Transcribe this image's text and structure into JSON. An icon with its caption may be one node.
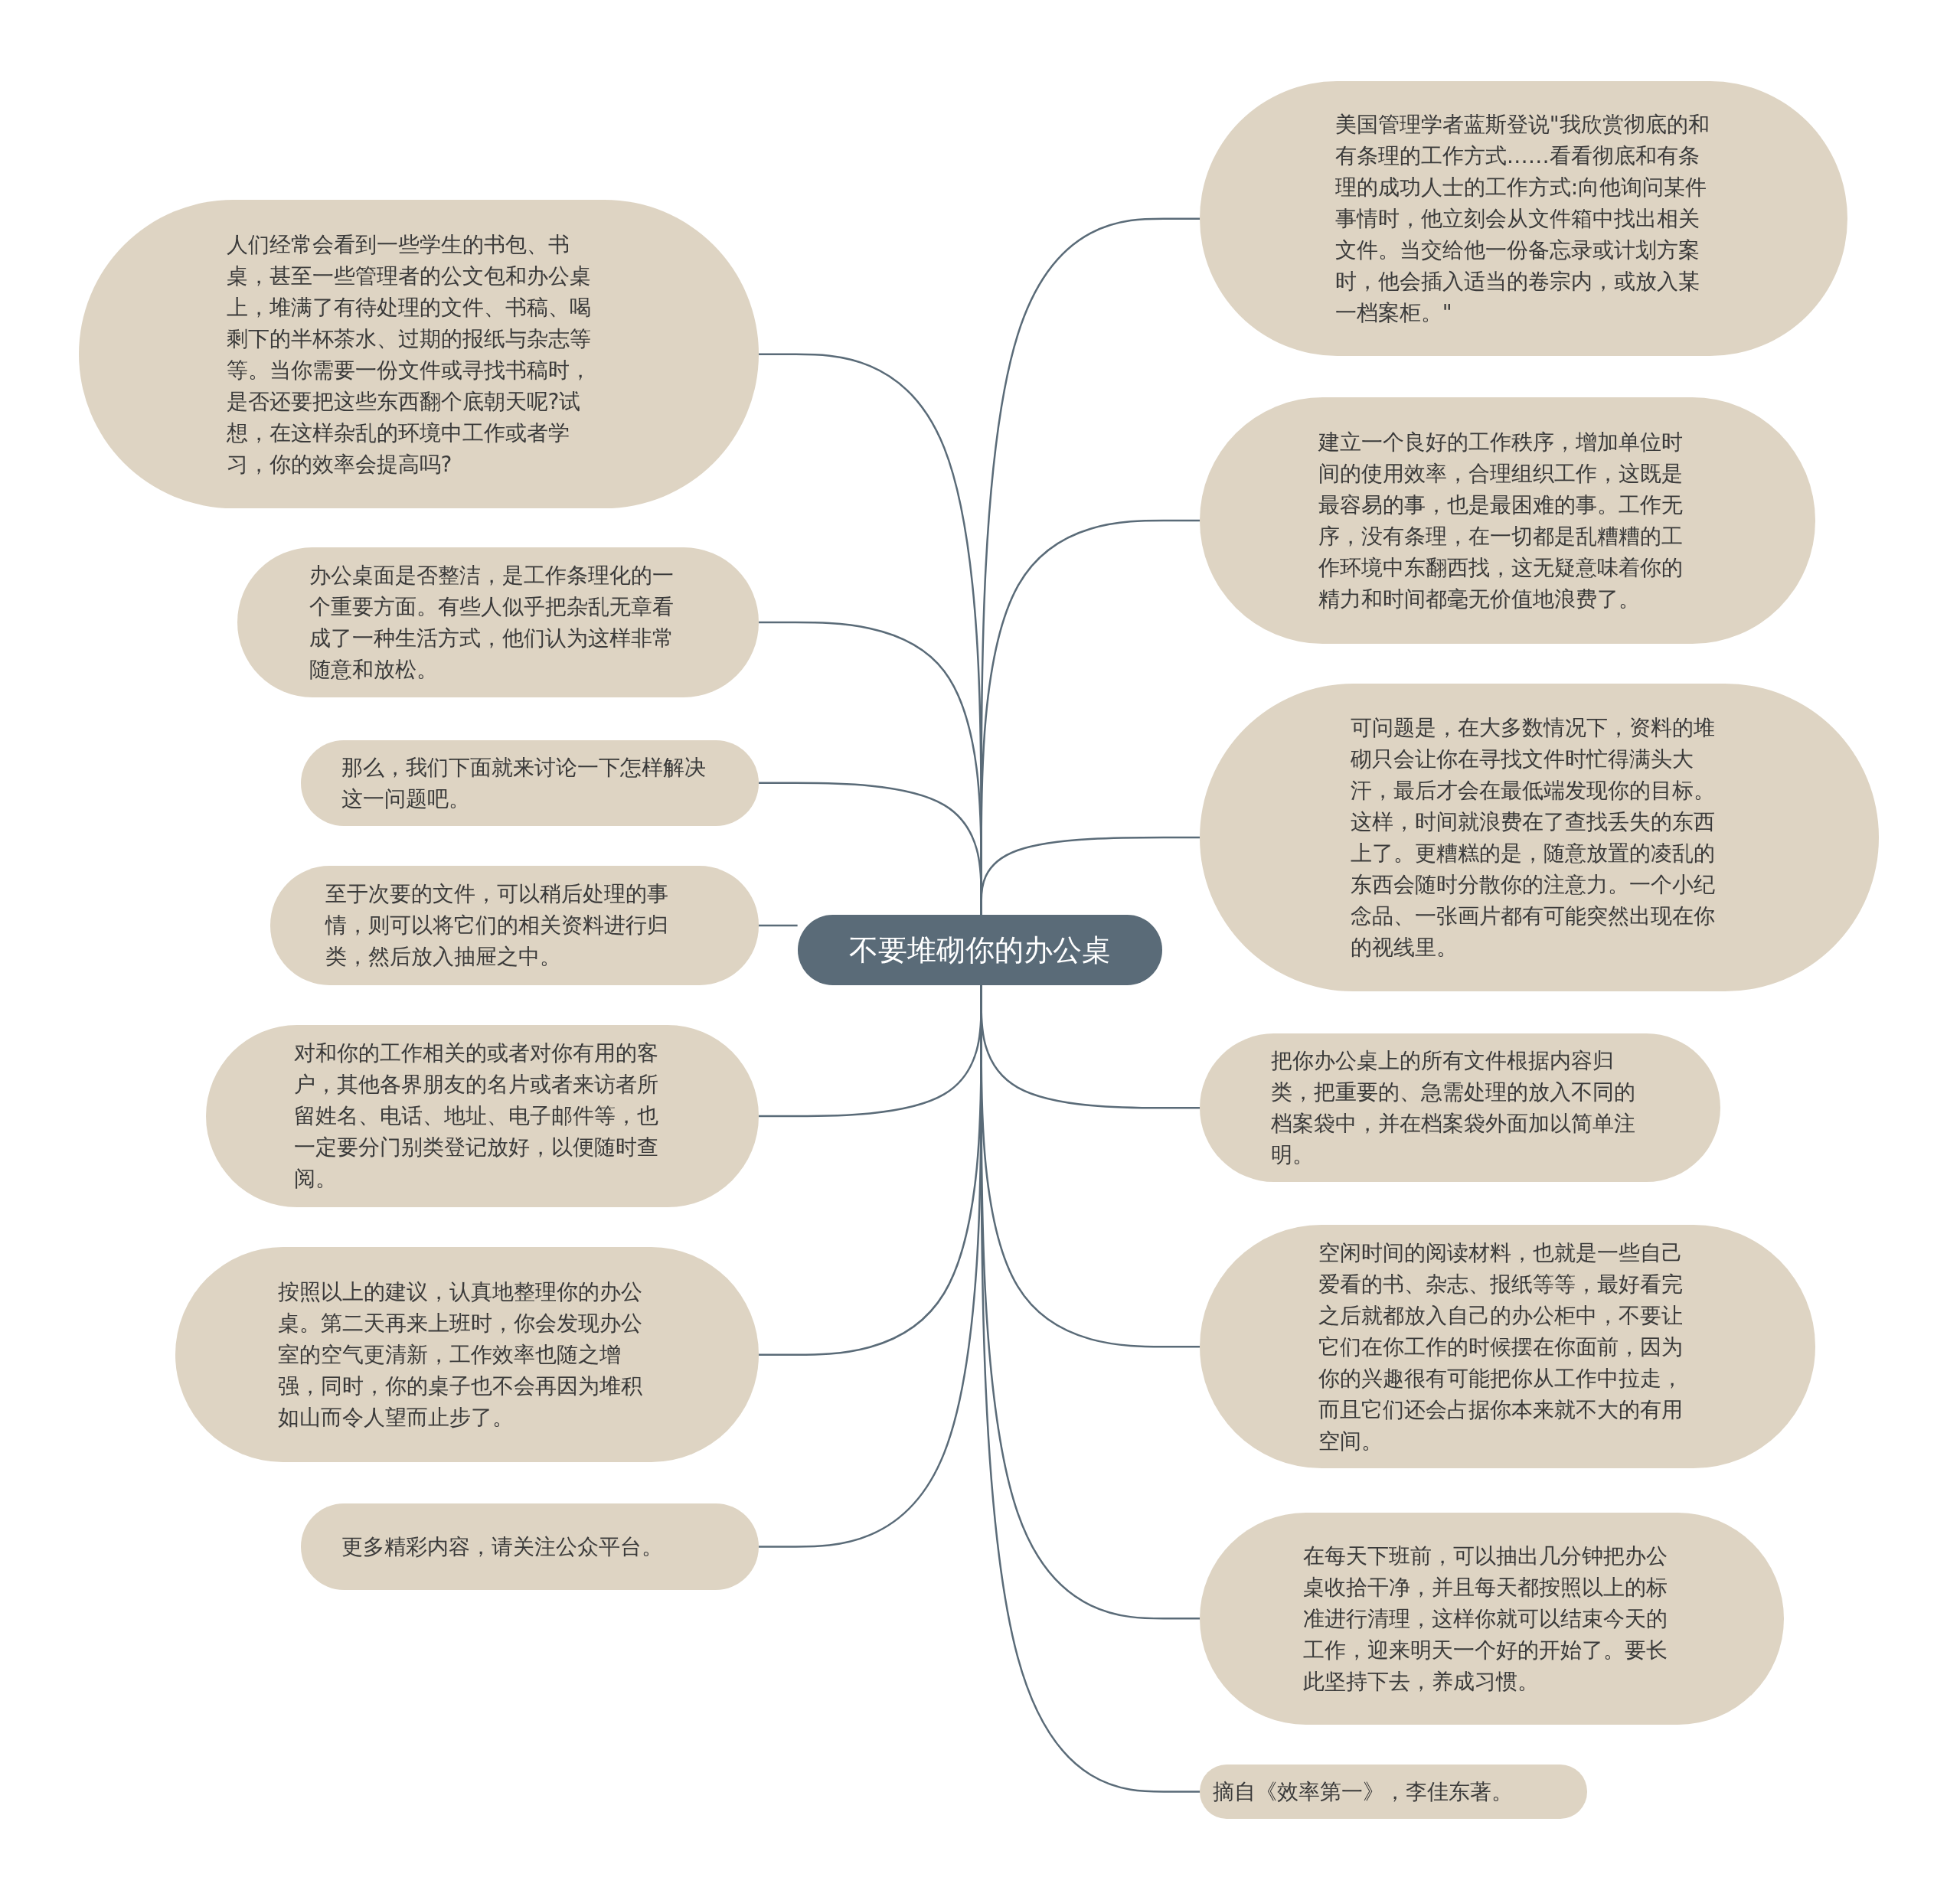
{
  "diagram": {
    "nodes": [
      {
        "text": [
          "不要堆砌你的办公桌"
        ]
      },
      {
        "text": [
          "美国管理学者蓝斯登说\"我欣赏彻底的和有条理的工作方式……看看彻底和有条理的成功人士的工作方式:向他询问某件事情时，他立刻会从文件箱中找出相关文件。当交给他一份备忘录或计划方案时，他会插入适当的卷宗内，或放入某一档案柜。\""
        ]
      },
      {
        "text": [
          "建立一个良好的工作秩序，增加单位时间的使用效率，合理组织工作，这既是最容易的事，也是最困难的事。工作无序，没有条理，在一切都是乱糟糟的工作环境中东翻西找，这无疑意味着你的精力和时间都毫无价值地浪费了。"
        ]
      },
      {
        "text": [
          "可问题是，在大多数情况下，资料的堆砌只会让你在寻找文件时忙得满头大汗，最后才会在最低端发现你的目标。这样，时间就浪费在了查找丢失的东西上了。更糟糕的是，随意放置的凌乱的东西会随时分散你的注意力。一个小纪念品、一张画片都有可能突然出现在你的视线里。"
        ]
      },
      {
        "text": [
          "把你办公桌上的所有文件根据内容归类，把重要的、急需处理的放入不同的档案袋中，并在档案袋外面加以简单注明。"
        ]
      },
      {
        "text": [
          "空闲时间的阅读材料，也就是一些自己爱看的书、杂志、报纸等等，最好看完之后就都放入自己的办公柜中，不要让它们在你工作的时候摆在你面前，因为你的兴趣很有可能把你从工作中拉走，而且它们还会占据你本来就不大的有用空间。"
        ]
      },
      {
        "text": [
          "在每天下班前，可以抽出几分钟把办公桌收拾干净，并且每天都按照以上的标准进行清理，这样你就可以结束今天的工作，迎来明天一个好的开始了。要长此坚持下去，养成习惯。"
        ]
      },
      {
        "text": [
          "摘自《效率第一》，李佳东著。"
        ]
      },
      {
        "text": [
          "人们经常会看到一些学生的书包、书桌，甚至一些管理者的公文包和办公桌上，堆满了有待处理的文件、书稿、喝剩下的半杯茶水、过期的报纸与杂志等等。当你需要一份文件或寻找书稿时，是否还要把这些东西翻个底朝天呢?试想，在这样杂乱的环境中工作或者学习，你的效率会提高吗?"
        ]
      },
      {
        "text": [
          "办公桌面是否整洁，是工作条理化的一个重要方面。有些人似乎把杂乱无章看成了一种生活方式，他们认为这样非常随意和放松。"
        ]
      },
      {
        "text": [
          "那么，我们下面就来讨论一下怎样解决这一问题吧。"
        ]
      },
      {
        "text": [
          "至于次要的文件，可以稍后处理的事情，则可以将它们的相关资料进行归类，然后放入抽屉之中。"
        ]
      },
      {
        "text": [
          "对和你的工作相关的或者对你有用的客户，其他各界朋友的名片或者来访者所留姓名、电话、地址、电子邮件等，也一定要分门别类登记放好，以便随时查阅。"
        ]
      },
      {
        "text": [
          "按照以上的建议，认真地整理你的办公桌。第二天再来上班时，你会发现办公室的空气更清新，工作效率也随之增强，同时，你的桌子也不会再因为堆积如山而令人望而止步了。"
        ]
      },
      {
        "text": [
          "更多精彩内容，请关注公众平台。"
        ]
      }
    ],
    "edges": [
      {
        "from": 0,
        "to": 1,
        "arrow": "none"
      },
      {
        "from": 0,
        "to": 2,
        "arrow": "none"
      },
      {
        "from": 0,
        "to": 3,
        "arrow": "none"
      },
      {
        "from": 0,
        "to": 4,
        "arrow": "none"
      },
      {
        "from": 0,
        "to": 5,
        "arrow": "none"
      },
      {
        "from": 0,
        "to": 6,
        "arrow": "none"
      },
      {
        "from": 0,
        "to": 7,
        "arrow": "none"
      },
      {
        "from": 0,
        "to": 8,
        "arrow": "none"
      },
      {
        "from": 0,
        "to": 9,
        "arrow": "none"
      },
      {
        "from": 0,
        "to": 10,
        "arrow": "none"
      },
      {
        "from": 0,
        "to": 11,
        "arrow": "none"
      },
      {
        "from": 0,
        "to": 12,
        "arrow": "none"
      },
      {
        "from": 0,
        "to": 13,
        "arrow": "none"
      },
      {
        "from": 0,
        "to": 14,
        "arrow": "none"
      }
    ]
  }
}
